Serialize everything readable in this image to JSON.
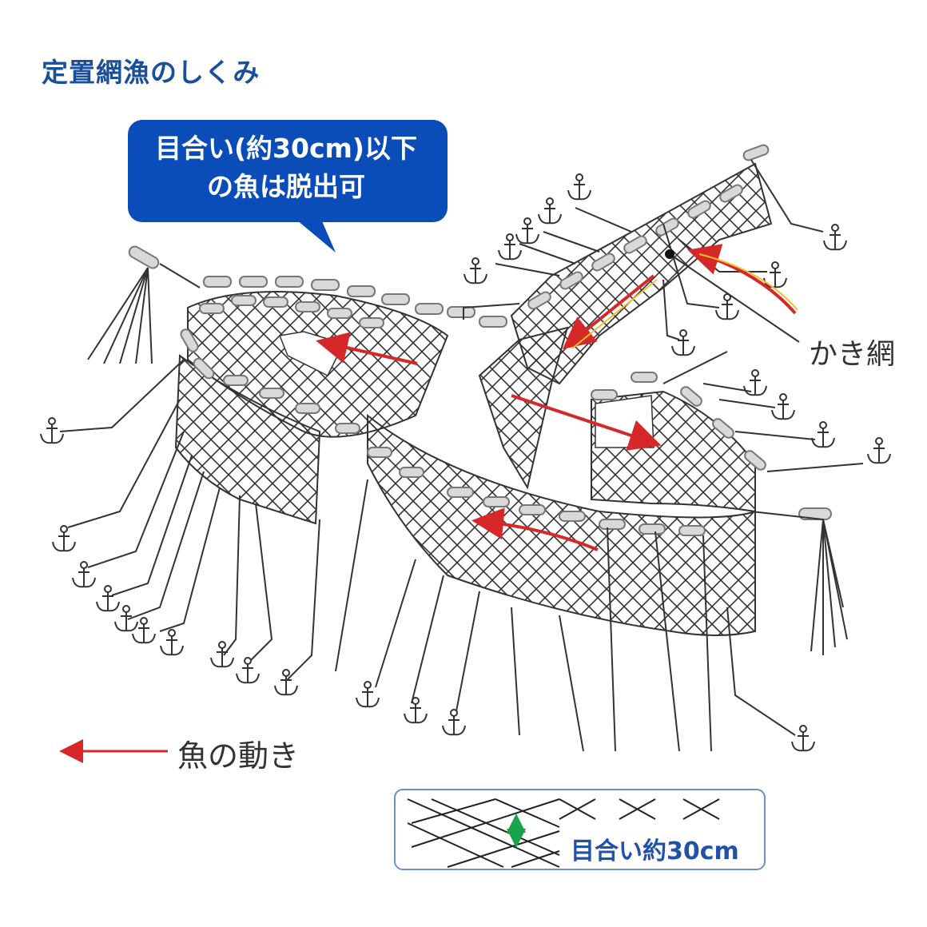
{
  "title": "定置網漁のしくみ",
  "callout": {
    "line1": "目合い(約30cm)以下",
    "line2": "の魚は脱出可"
  },
  "labels": {
    "kakiami": "かき網",
    "fish_movement": "魚の動き",
    "mesh_size": "目合い約30cm"
  },
  "colors": {
    "title": "#1a4f9c",
    "callout_bg": "#0b4db8",
    "arrow": "#d62828",
    "float": "#d9d9d9",
    "line": "#333333",
    "mesh_label": "#2251a8",
    "mesh_arrow": "#19a34a"
  },
  "icons": [
    "anchor-icon",
    "float-icon",
    "arrow-icon"
  ]
}
